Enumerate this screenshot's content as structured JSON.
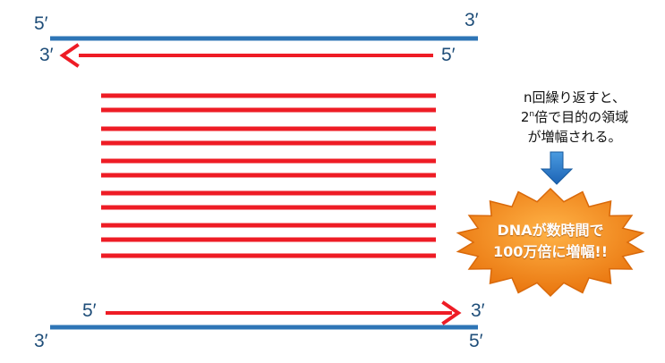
{
  "strands": {
    "top_template": {
      "left_label": "5′",
      "right_label": "3′"
    },
    "top_primer": {
      "left_label": "3′",
      "right_label": "5′"
    },
    "bottom_primer": {
      "left_label": "5′",
      "right_label": "3′"
    },
    "bottom_template": {
      "left_label": "3′",
      "right_label": "5′"
    }
  },
  "amplified_products": {
    "line_count": 11
  },
  "note": {
    "line1": "n回繰り返すと、",
    "line2_base": "2",
    "line2_sup": "n",
    "line2_rest": "倍で目的の領域",
    "line3": "が増幅される。"
  },
  "burst": {
    "line1": "DNAが数時間で",
    "line2": "100万倍に増幅!!"
  },
  "colors": {
    "template_strand": "#2e75b6",
    "primer_strand": "#ee1c25",
    "label_text": "#1f4e79",
    "down_arrow": "#1f6fbf",
    "burst_fill": "#f08a1c"
  },
  "icons": {
    "primer_arrow_left": "arrowhead-left",
    "primer_arrow_right": "arrowhead-right",
    "down_arrow": "down-arrow"
  }
}
